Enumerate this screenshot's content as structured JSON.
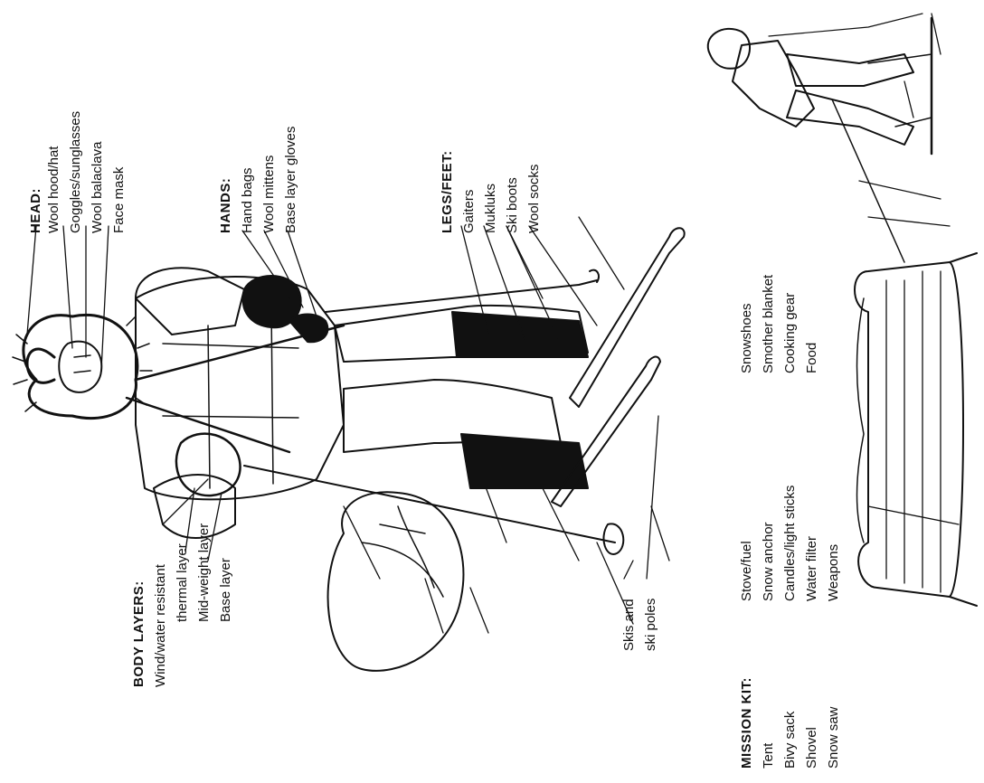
{
  "head": {
    "heading": "HEAD:",
    "items": [
      "Wool hood/hat",
      "Goggles/sunglasses",
      "Wool balaclava",
      "Face mask"
    ]
  },
  "hands": {
    "heading": "HANDS:",
    "items": [
      "Hand bags",
      "Wool mittens",
      "Base layer gloves"
    ]
  },
  "legs_feet": {
    "heading": "LEGS/FEET:",
    "items": [
      "Gaiters",
      "Mukluks",
      "Ski boots",
      "Wool socks"
    ]
  },
  "body_layers": {
    "heading": "BODY LAYERS:",
    "items": [
      "Wind/water resistant",
      "thermal layer",
      "Mid-weight layer",
      "Base layer"
    ]
  },
  "skis": {
    "lines": [
      "Skis and",
      "ski poles"
    ]
  },
  "mission_kit": {
    "heading": "MISSION KIT:",
    "col1": [
      "Tent",
      "Bivy sack",
      "Shovel",
      "Snow saw"
    ],
    "col2": [
      "Stove/fuel",
      "Snow anchor",
      "Candles/light sticks",
      "Water filter",
      "Weapons"
    ],
    "col3": [
      "Snowshoes",
      "Smother blanket",
      "Cooking gear",
      "Food"
    ]
  }
}
